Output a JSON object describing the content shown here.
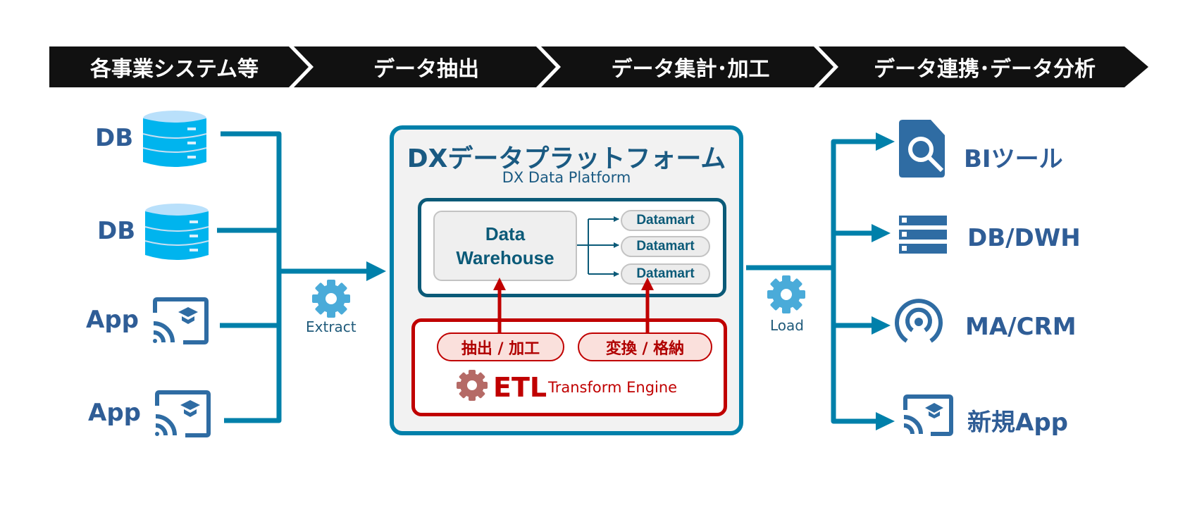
{
  "banner": {
    "stages": [
      {
        "label": "各事業システム等"
      },
      {
        "label": "データ抽出"
      },
      {
        "label": "データ集計･加工"
      },
      {
        "label": "データ連携･データ分析"
      }
    ]
  },
  "sources": [
    {
      "label": "DB",
      "icon": "database-icon"
    },
    {
      "label": "DB",
      "icon": "database-icon"
    },
    {
      "label": "App",
      "icon": "app-cast-icon"
    },
    {
      "label": "App",
      "icon": "app-cast-icon"
    }
  ],
  "extract": {
    "label": "Extract",
    "icon": "gear-icon"
  },
  "platform": {
    "title": "DXデータプラットフォーム",
    "subtitle": "DX Data Platform",
    "warehouse": {
      "line1": "Data",
      "line2": "Warehouse"
    },
    "datamarts": [
      "Datamart",
      "Datamart",
      "Datamart"
    ],
    "etl": {
      "steps": [
        "抽出 / 加工",
        "変換 / 格納"
      ],
      "title": "ETL",
      "subtitle": "Transform Engine"
    }
  },
  "load": {
    "label": "Load",
    "icon": "gear-icon"
  },
  "targets": [
    {
      "label": "BIツール",
      "icon": "bi-search-document-icon"
    },
    {
      "label": "DB/DWH",
      "icon": "server-list-icon"
    },
    {
      "label": "MA/CRM",
      "icon": "broadcast-icon"
    },
    {
      "label": "新規App",
      "icon": "app-cast-icon"
    }
  ],
  "colors": {
    "banner": "#111111",
    "flow": "#0080aa",
    "platform_border": "#0080aa",
    "warehouse_border": "#0b5a78",
    "etl": "#c00000",
    "icon_blue": "#2f6ca3",
    "db_cyan": "#00b4ee",
    "gear_light": "#4aabd9"
  }
}
